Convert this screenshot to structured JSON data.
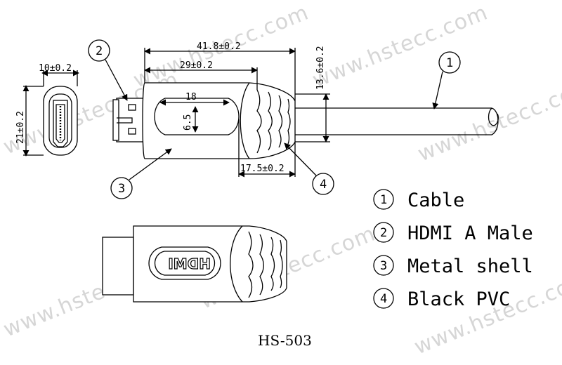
{
  "watermark": "www.hstecc.com",
  "dimensions": {
    "overall_length": "41.8±0.2",
    "shell_length": "29±0.2",
    "height": "13.6±0.2",
    "boot_length": "17.5±0.2",
    "recess_length": "18",
    "recess_height": "6.5",
    "face_width": "10±0.2",
    "face_height": "21±0.2"
  },
  "callouts": [
    "1",
    "2",
    "3",
    "4"
  ],
  "legend": [
    {
      "num": "1",
      "label": "Cable"
    },
    {
      "num": "2",
      "label": "HDMI A Male"
    },
    {
      "num": "3",
      "label": "Metal shell"
    },
    {
      "num": "4",
      "label": "Black PVC"
    }
  ],
  "logo_text": "HDMI",
  "model": "HS-503"
}
